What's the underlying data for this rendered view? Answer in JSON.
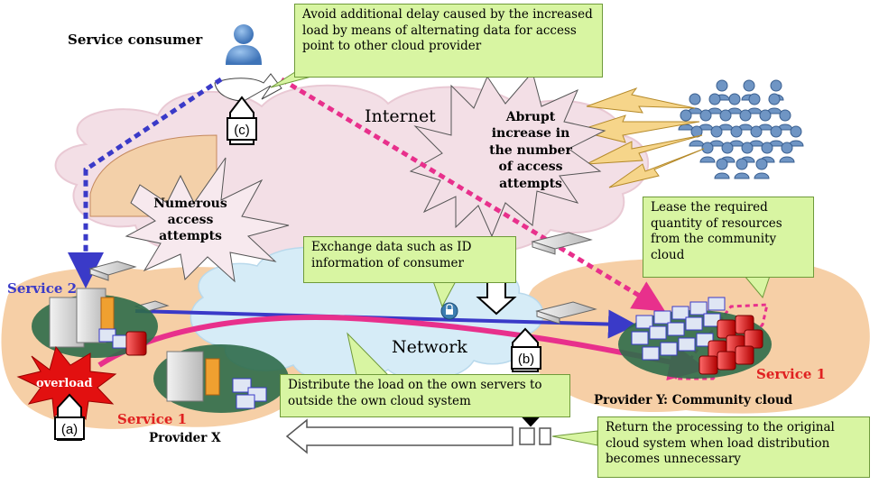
{
  "labels": {
    "service_consumer": "Service consumer",
    "internet": "Internet",
    "network": "Network",
    "abrupt": "Abrupt increase in the number of access attempts",
    "numerous": "Numerous access attempts",
    "service2": "Service 2",
    "service1_left": "Service 1",
    "service1_right": "Service 1",
    "overload": "overload",
    "provider_x": "Provider X",
    "provider_y": "Provider Y: Community cloud",
    "tag_a": "(a)",
    "tag_b": "(b)",
    "tag_c": "(c)"
  },
  "callouts": {
    "avoid_delay": "Avoid additional delay caused by the increased load by means of alternating data for access point to other cloud provider",
    "lease": "Lease the required quantity of resources from the community cloud",
    "exchange": "Exchange data such as ID information of consumer",
    "distribute": "Distribute the load on the own servers to outside the own cloud system",
    "return": "Return the processing to the original cloud system when load distribution becomes unnecessary"
  },
  "colors": {
    "blue_arrow": "#3a3ac8",
    "pink_arrow": "#e8308c",
    "service2_label": "#3a3ac8",
    "service1_label": "#e02020",
    "callout_bg": "#d8f5a2",
    "internet_cloud": "#f3dfe6",
    "network_cloud": "#d6ecf7",
    "provider_area": "#f6cfa6"
  },
  "icons": {
    "consumer": "person-icon",
    "crowd": "crowd-icon",
    "server": "server-icon",
    "router": "router-icon",
    "lock": "lock-icon"
  }
}
